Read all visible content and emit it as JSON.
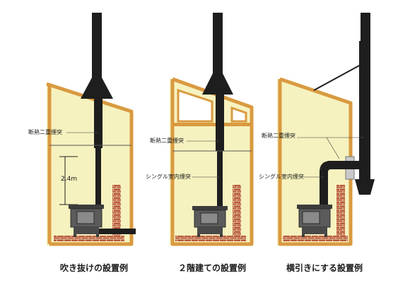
{
  "labels": {
    "insulated_chimney": "断熱二重煙突",
    "single_flue": "シングル室内煙突",
    "height": "2.4m"
  },
  "captions": {
    "fig1": "吹き抜けの設置例",
    "fig2": "２階建ての設置例",
    "fig3": "横引きにする設置例"
  },
  "colors": {
    "wall": "#f6f2bf",
    "frame": "#d99a40",
    "chimney": "#1e1e1e",
    "brick": "#b85a3a",
    "stove": "#5b5b5b"
  }
}
